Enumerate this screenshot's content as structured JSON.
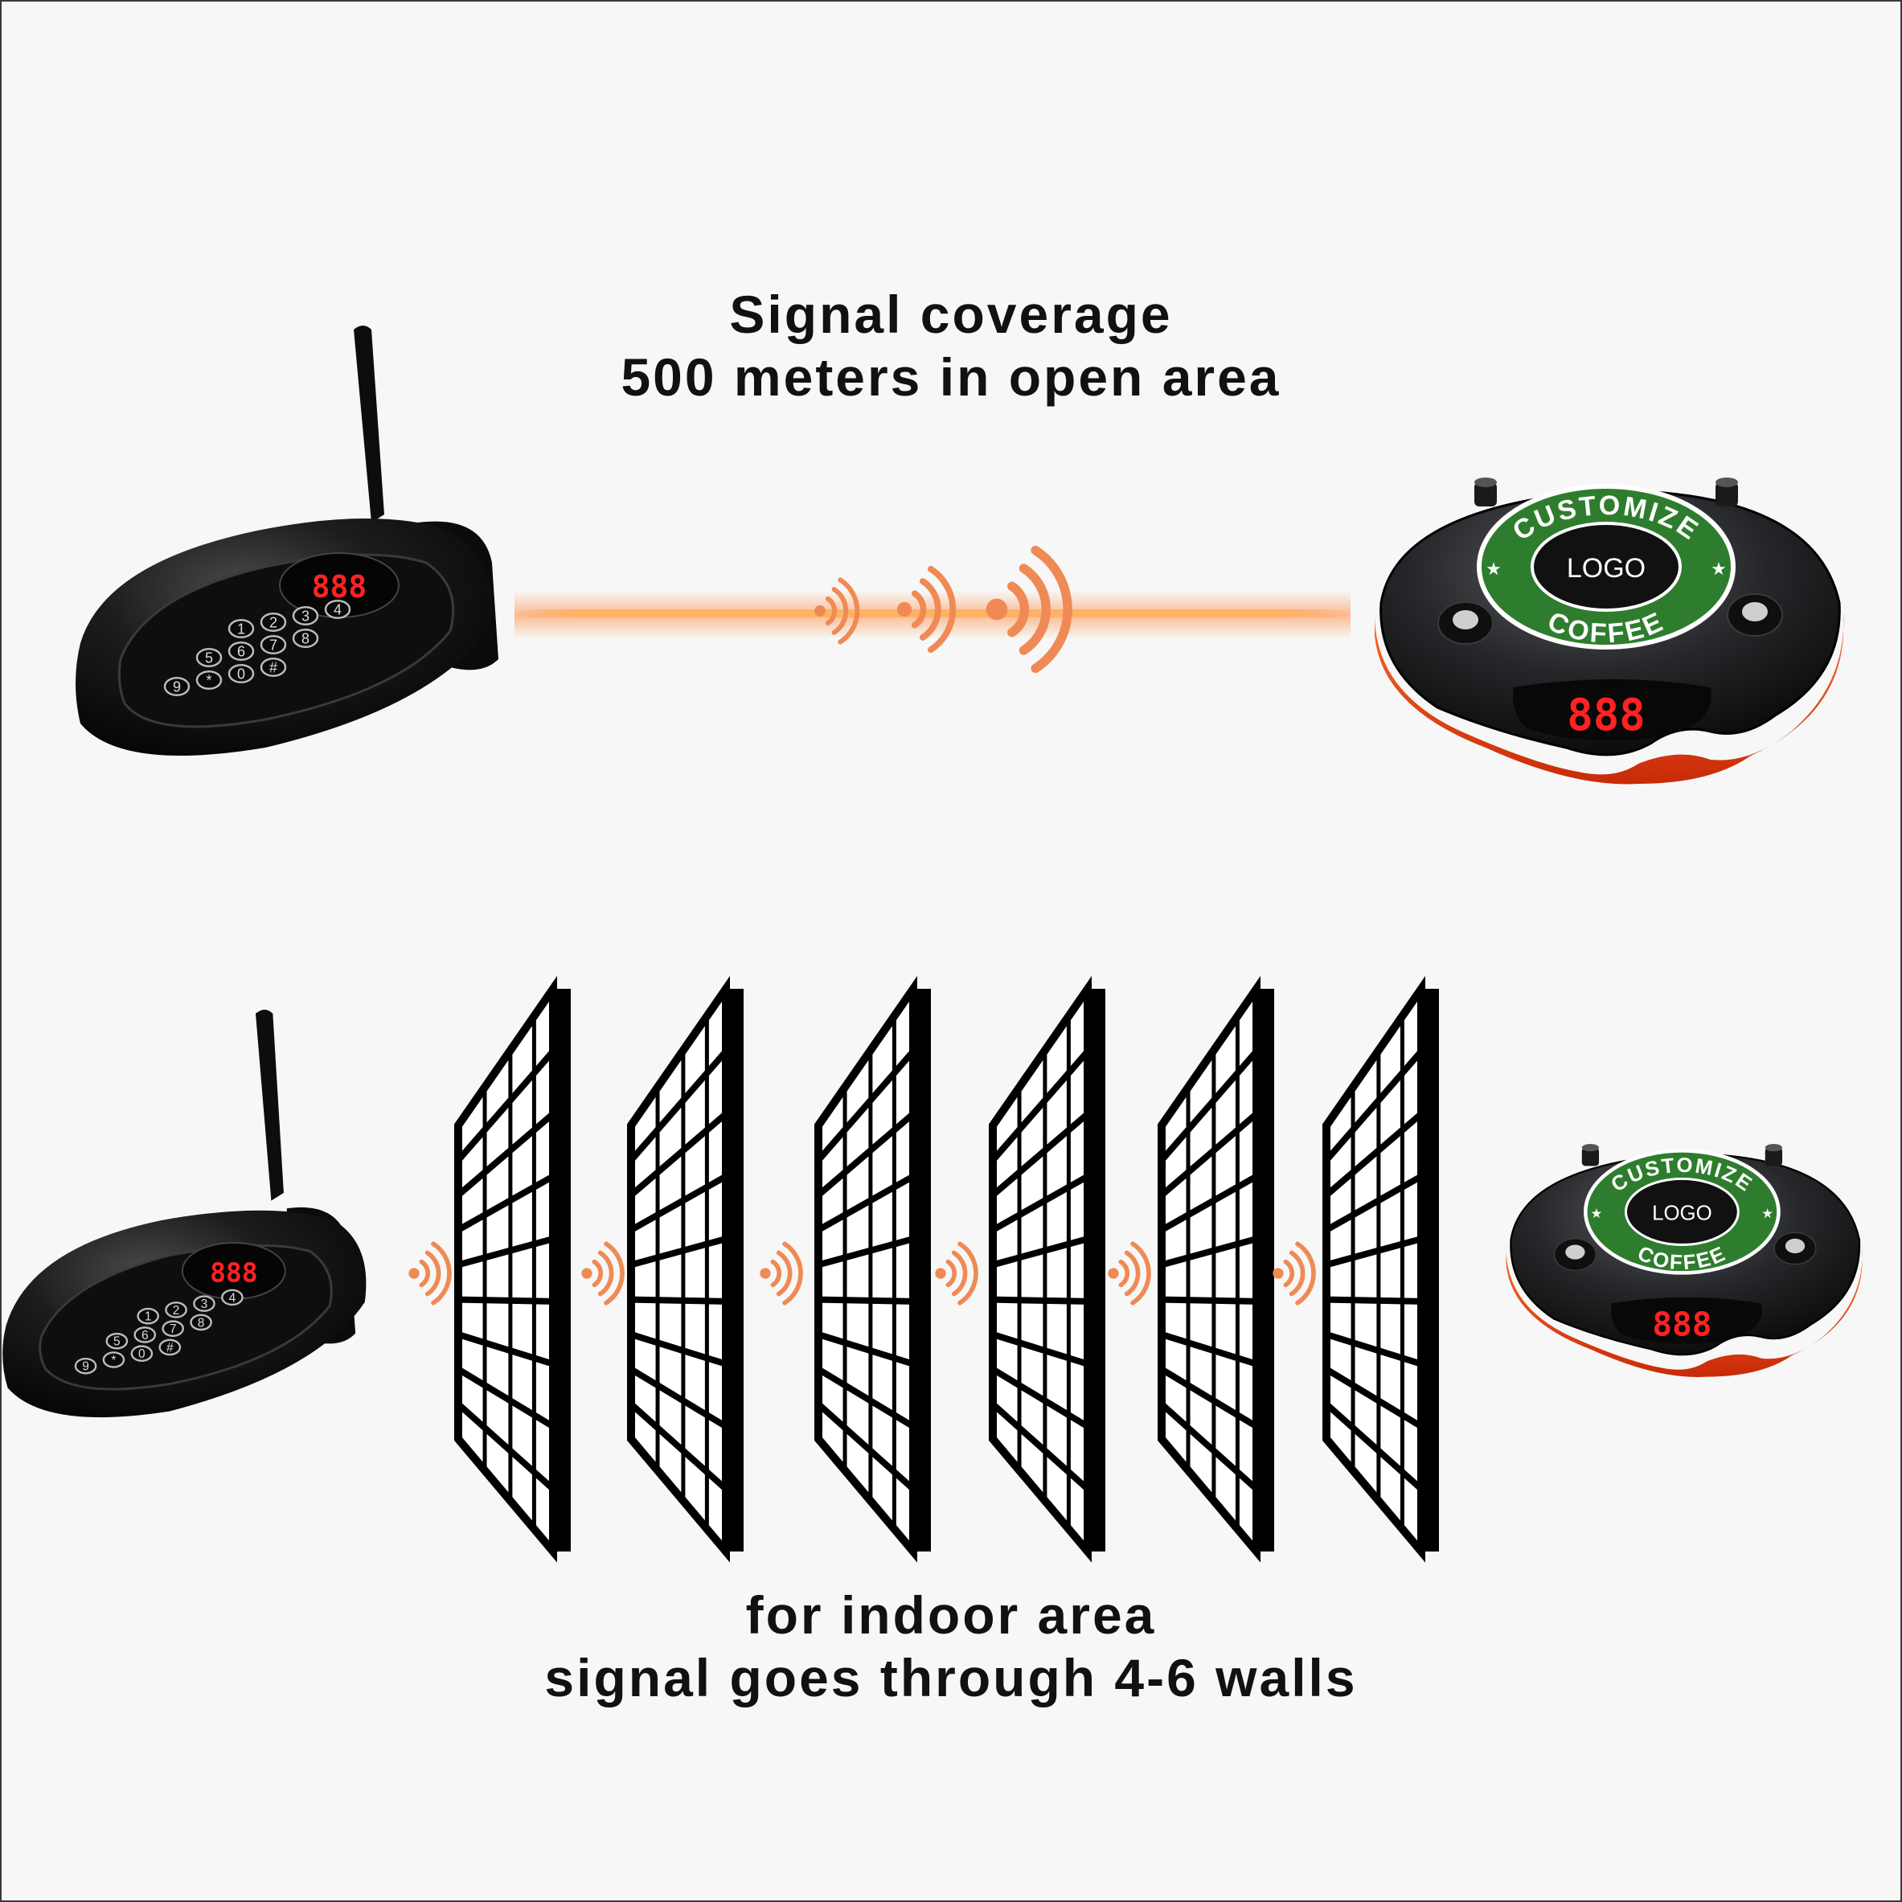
{
  "top_caption": {
    "line1": "Signal coverage",
    "line2": "500 meters in open area"
  },
  "bottom_caption": {
    "line1": "for indoor area",
    "line2": "signal goes through 4-6 walls"
  },
  "transmitter": {
    "display": "888",
    "keys": [
      "1",
      "2",
      "3",
      "4",
      "5",
      "6",
      "7",
      "8",
      "9",
      "*",
      "0",
      "#"
    ]
  },
  "receiver": {
    "display": "888",
    "ring_top_text": "CUSTOMIZE",
    "ring_bottom_text": "COFFEE",
    "center_text": "LOGO"
  },
  "walls": {
    "count": 6
  },
  "colors": {
    "background": "#f6f7f6",
    "beam": "#ff9a4a",
    "signal_wave": "#f08a55",
    "device_body": "#151515",
    "display_digits": "#ff2222",
    "logo_ring": "#2e7d2e",
    "receiver_glow": "#ff4a14"
  },
  "icons": [
    "signal-wave-icon",
    "antenna-icon",
    "star-icon"
  ]
}
